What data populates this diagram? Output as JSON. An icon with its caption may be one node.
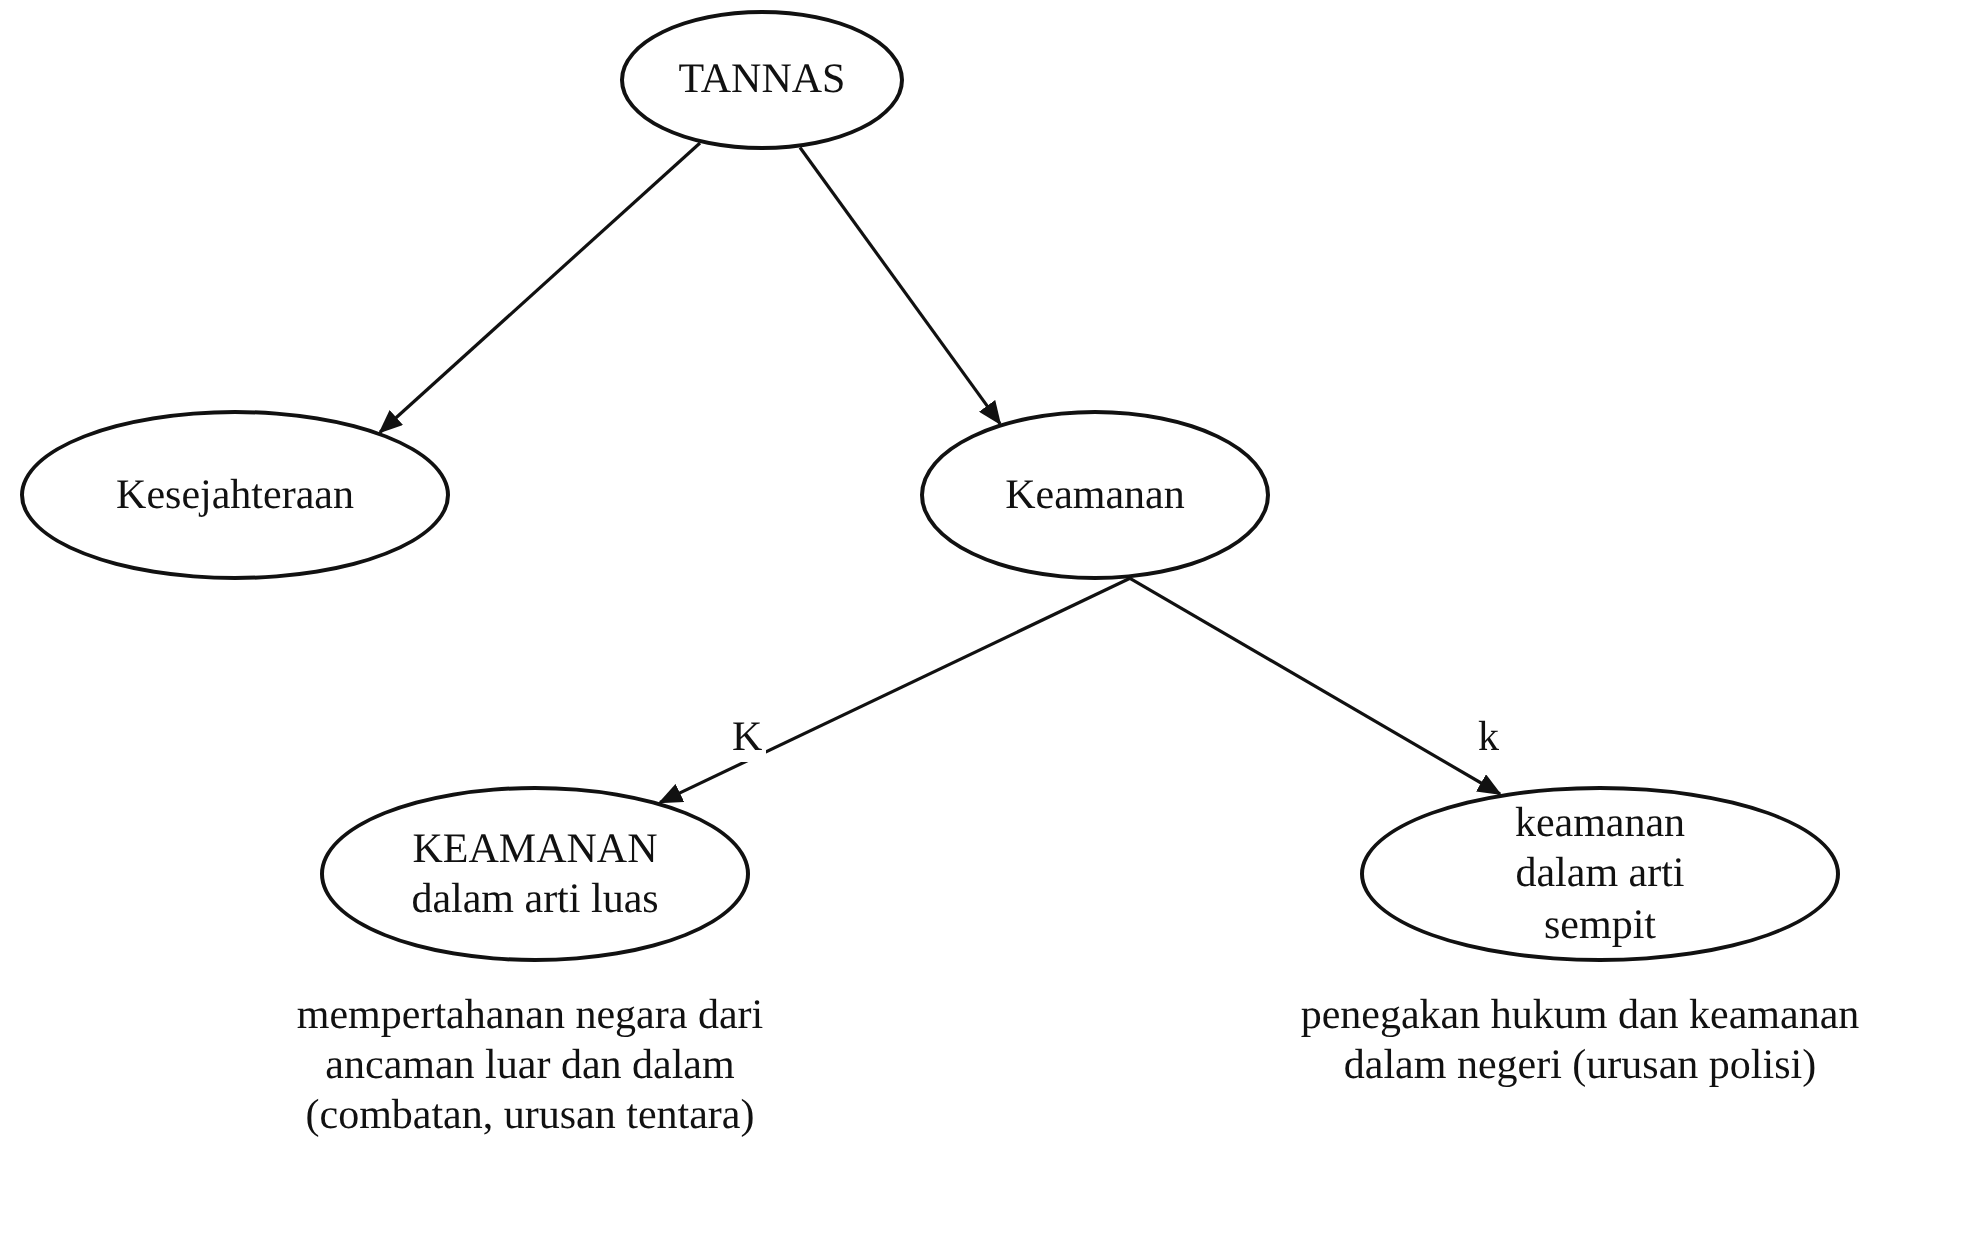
{
  "diagram": {
    "nodes": [
      {
        "text": [
          "TANNAS"
        ]
      },
      {
        "text": [
          "Kesejahteraan"
        ]
      },
      {
        "text": [
          "Keamanan"
        ]
      },
      {
        "text": [
          "KEAMANAN dalam arti luas"
        ],
        "beside": [
          "mempertahanan negara dari ancaman luar dan dalam (combatan, urusan tentara)"
        ]
      },
      {
        "text": [
          "keamanan dalam arti sempit"
        ],
        "beside": [
          "penegakan hukum dan keamanan dalam negeri (urusan polisi)"
        ]
      }
    ],
    "edges": [
      {
        "from": 0,
        "to": 1,
        "arrow": "to"
      },
      {
        "from": 0,
        "to": 2,
        "arrow": "to"
      },
      {
        "from": 2,
        "to": 3,
        "arrow": "to",
        "label": "K"
      },
      {
        "from": 2,
        "to": 4,
        "arrow": "to",
        "label": "k"
      }
    ]
  }
}
